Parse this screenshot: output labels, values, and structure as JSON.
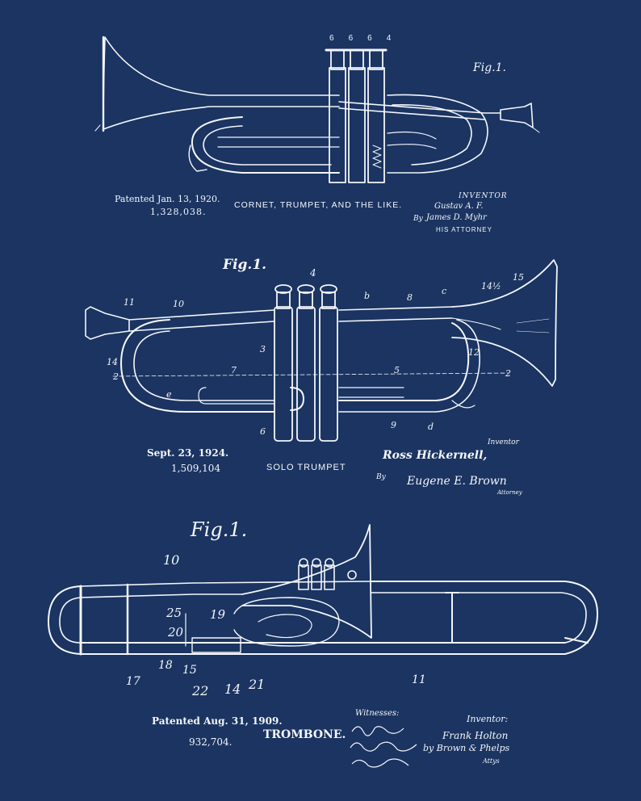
{
  "palette": {
    "background": "#1b3461",
    "ink": "#f4f6fb"
  },
  "panels": [
    {
      "id": "cornet",
      "fig_label": "Fig.1.",
      "date_label": "Patented Jan. 13, 1920.",
      "patent_number": "1,328,038.",
      "title": "CORNET, TRUMPET, AND THE LIKE.",
      "signature": {
        "role": "INVENTOR",
        "inventor": "Gustav A. F.",
        "by": "By",
        "attorney_name": "James D. Myhr",
        "attorney_role": "HIS ATTORNEY"
      },
      "callouts": [
        "6",
        "6",
        "6",
        "4"
      ]
    },
    {
      "id": "solo-trumpet",
      "fig_label": "Fig.1.",
      "date_label": "Sept. 23, 1924.",
      "patent_number": "1,509,104",
      "title": "SOLO TRUMPET",
      "signature": {
        "role": "Inventor",
        "inventor": "Ross Hickernell,",
        "by": "By",
        "attorney_name": "Eugene E. Brown",
        "attorney_role": "Attorney"
      },
      "callouts": [
        "11",
        "10",
        "4",
        "b",
        "8",
        "c",
        "14½",
        "15",
        "14",
        "3",
        "12",
        "2",
        "7",
        "5",
        "2",
        "e",
        "6",
        "9",
        "d"
      ]
    },
    {
      "id": "trombone",
      "fig_label": "Fig.1.",
      "date_label": "Patented Aug. 31, 1909.",
      "patent_number": "932,704.",
      "title": "TROMBONE.",
      "signature": {
        "witnesses_label": "Witnesses:",
        "role": "Inventor:",
        "inventor": "Frank Holton",
        "by": "by Brown & Phelps",
        "attorney_role": "Attys"
      },
      "callouts": [
        "10",
        "25",
        "19",
        "20",
        "18",
        "15",
        "22",
        "14",
        "21",
        "17",
        "11"
      ]
    }
  ]
}
